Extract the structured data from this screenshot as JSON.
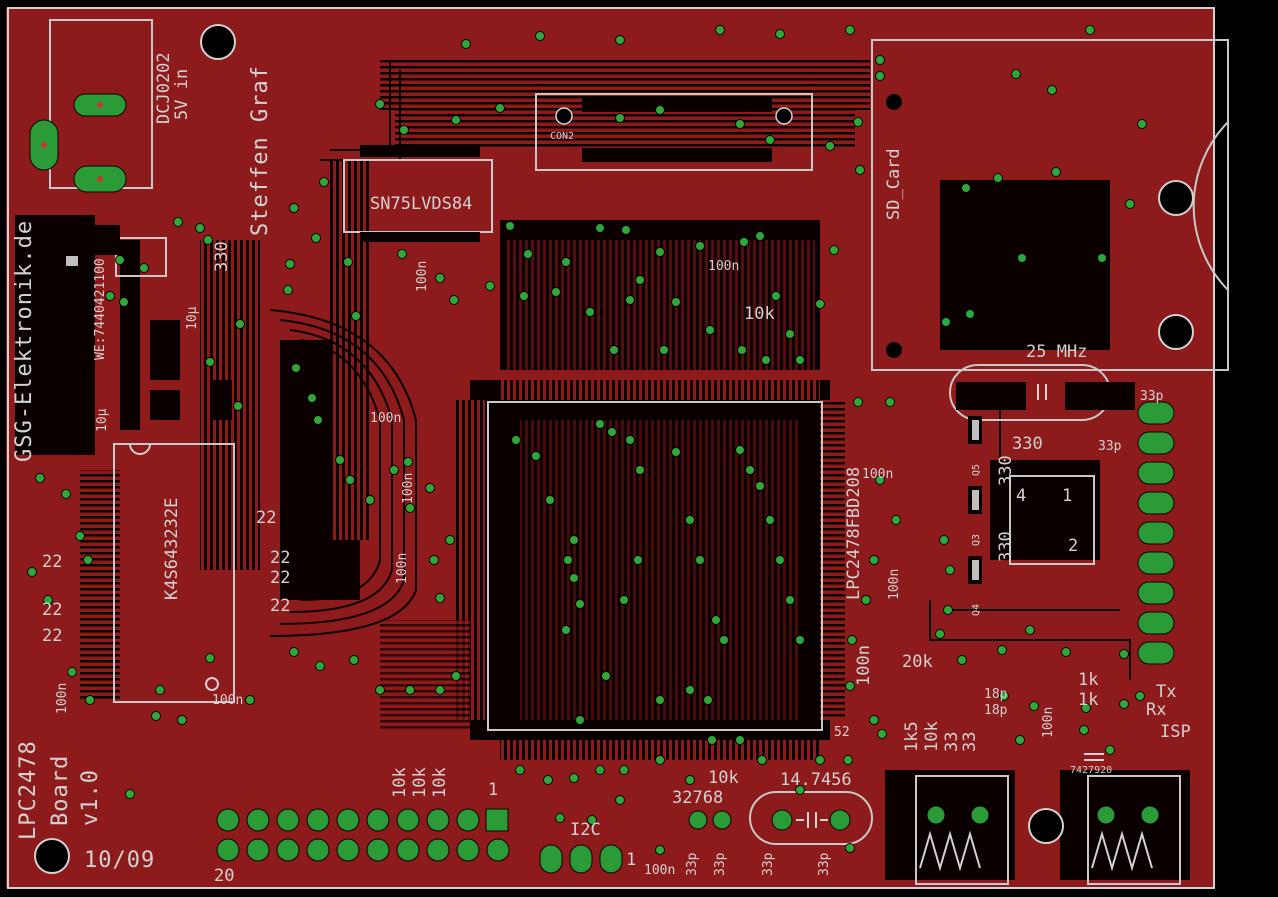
{
  "labels": {
    "pwr_conn": "DCJ0202",
    "pwr_in": "5V in",
    "author": "Steffen Graf",
    "company": "GSG-Elektronik.de",
    "lvds": "SN75LVDS84",
    "con2": "CON2",
    "sdcard": "SD_Card",
    "osc25": "25 MHz",
    "mcu": "LPC2478FBD208",
    "sdram": "K4S643232E",
    "inductor": "WE:7440421100",
    "board_name": "LPC2478",
    "board_word": "Board",
    "board_ver": "v1.0",
    "date": "10/09",
    "i2c": "I2C",
    "xtal32": "32768",
    "xtal14": "14.7456",
    "isp": "ISP",
    "tx": "Tx",
    "rx": "Rx",
    "usb_part": "7427920",
    "pin52": "52",
    "q3": "Q3",
    "q4": "Q4",
    "q5": "Q5",
    "r330": "330",
    "r10k": "10k",
    "r20k": "20k",
    "r22": "22",
    "r1k": "1k",
    "r1k5": "1k5",
    "r33": "33",
    "c100n": "100n",
    "c10u": "10µ",
    "c33p": "33p",
    "c18p": "18p",
    "hdr_pin1": "1",
    "hdr_pin20": "20",
    "i2c_pin1": "1",
    "relay_p1": "1",
    "relay_p2": "2",
    "relay_p4": "4"
  },
  "colors": {
    "board_top": "#8e1b1b",
    "copper_trace": "#7a1414",
    "via": "#2fa83a",
    "silkscreen": "#d2d2d2",
    "substrate": "#000000"
  }
}
